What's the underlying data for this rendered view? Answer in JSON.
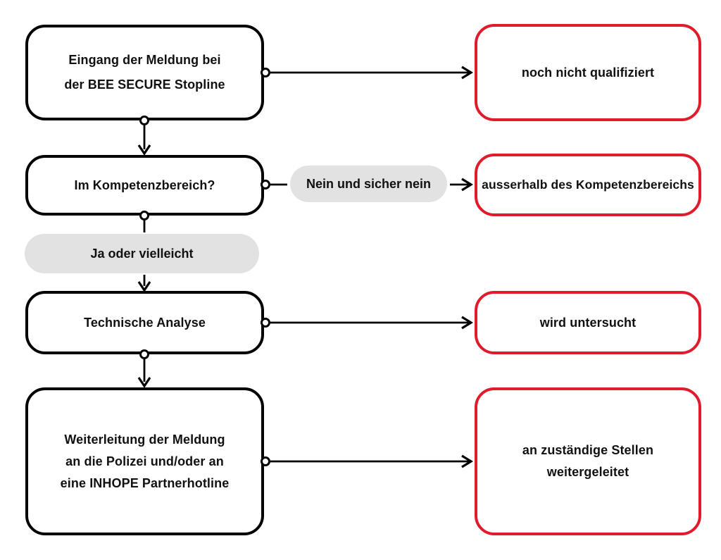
{
  "diagram": {
    "type": "flowchart",
    "language": "de",
    "process_nodes": {
      "intake": {
        "lines": [
          "Eingang der Meldung bei",
          "der BEE SECURE Stopline"
        ]
      },
      "competence_check": {
        "label": "Im Kompetenzbereich?"
      },
      "technical_analysis": {
        "label": "Technische Analyse"
      },
      "forwarding": {
        "lines": [
          "Weiterleitung der Meldung",
          "an die Polizei und/oder an",
          "eine INHOPE Partnerhotline"
        ]
      }
    },
    "status_nodes": {
      "not_yet_qualified": {
        "label": "noch nicht qualifiziert"
      },
      "outside_competence": {
        "label": "ausserhalb des Kompetenzbereichs"
      },
      "under_investigation": {
        "label": "wird untersucht"
      },
      "forwarded": {
        "lines": [
          "an zuständige Stellen",
          "weitergeleitet"
        ]
      }
    },
    "edge_labels": {
      "no_branch": "Nein und sicher nein",
      "yes_branch": "Ja oder vielleicht"
    },
    "colors": {
      "process_border": "#000000",
      "status_border": "#e01b2c",
      "edge_label_background": "#e2e2e2",
      "text": "#111111",
      "background": "#ffffff"
    }
  }
}
